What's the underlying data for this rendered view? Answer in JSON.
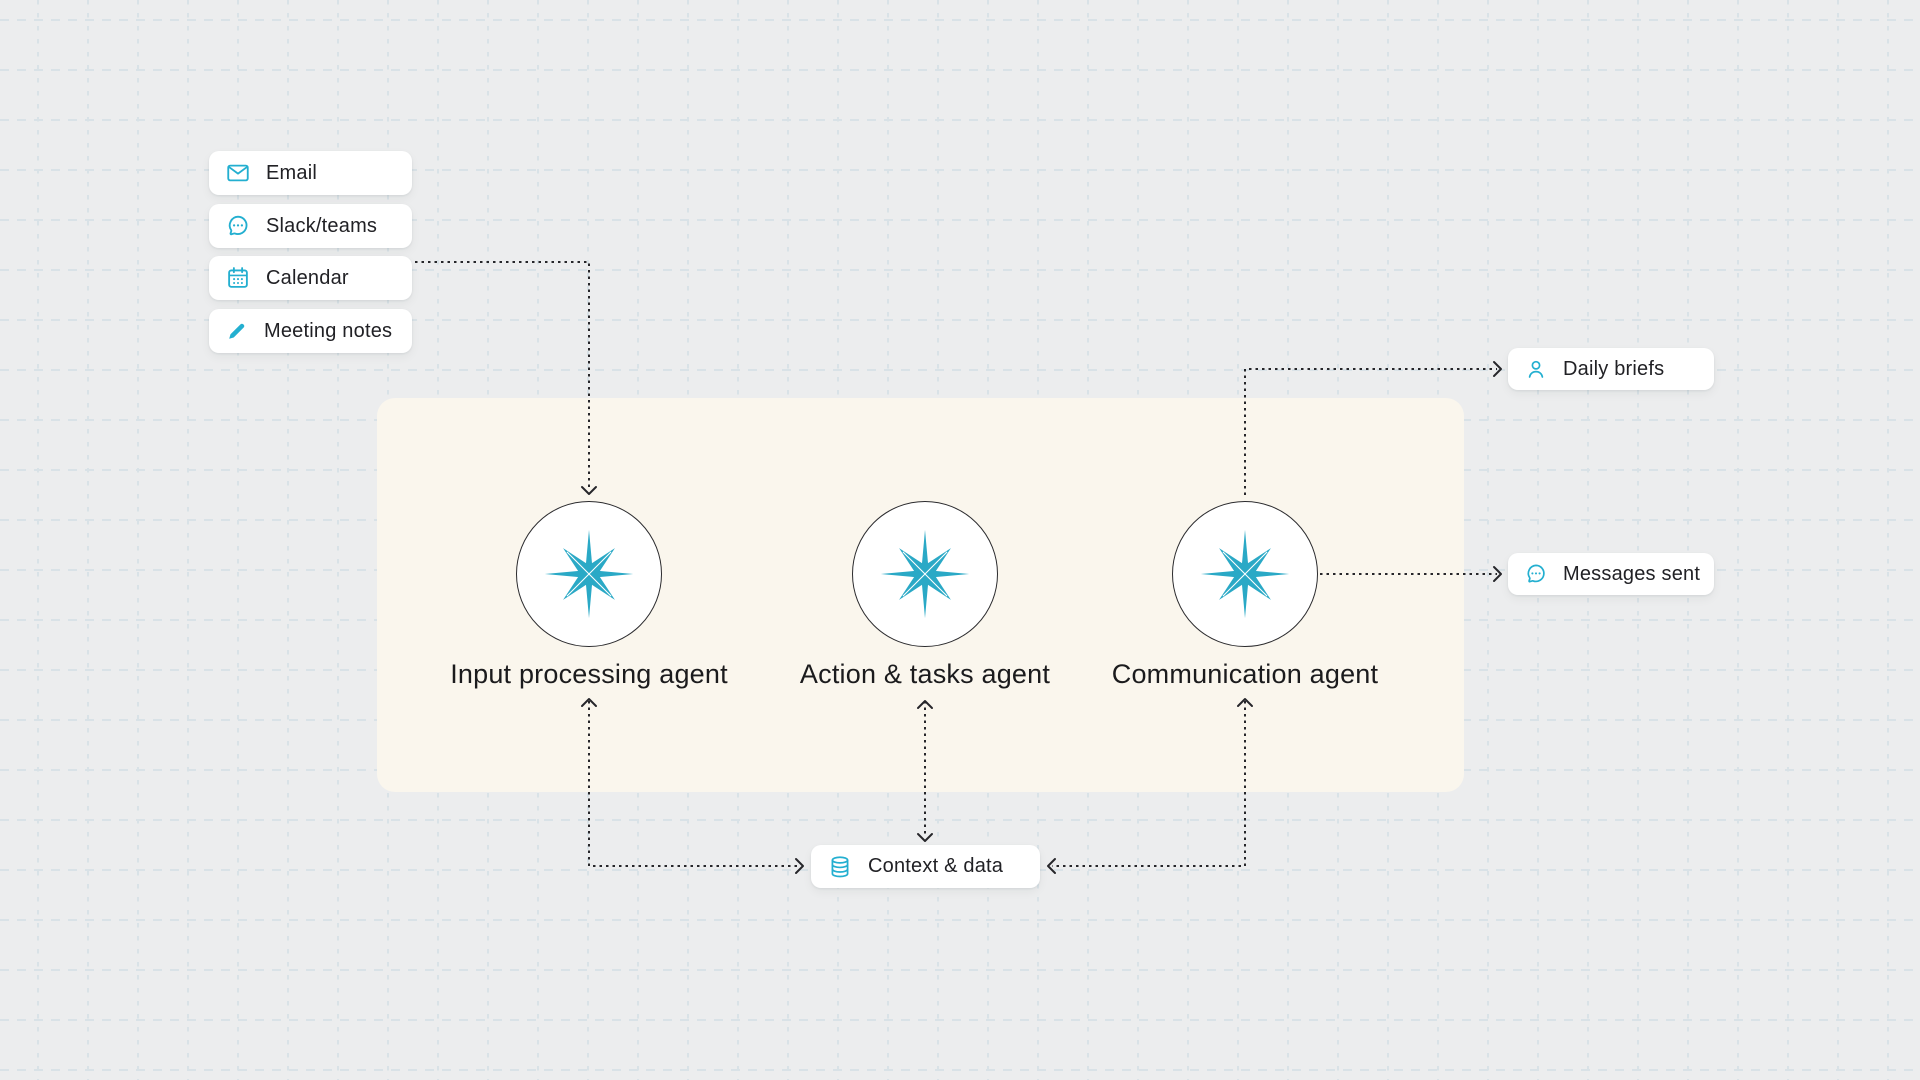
{
  "colors": {
    "background": "#ecedee",
    "grid_line": "#d9e2e7",
    "panel": "#faf6ed",
    "chip_background": "#ffffff",
    "accent_teal": "#23afd0",
    "star_teal": "#2aa9c6",
    "text": "#1d1d1f",
    "arrow": "#26262a"
  },
  "inputs": [
    {
      "label": "Email",
      "icon": "mail-icon"
    },
    {
      "label": "Slack/teams",
      "icon": "chat-icon"
    },
    {
      "label": "Calendar",
      "icon": "calendar-icon"
    },
    {
      "label": "Meeting notes",
      "icon": "pencil-icon"
    }
  ],
  "agents": [
    {
      "label": "Input processing agent",
      "icon": "compass-star-icon"
    },
    {
      "label": "Action & tasks agent",
      "icon": "compass-star-icon"
    },
    {
      "label": "Communication agent",
      "icon": "compass-star-icon"
    }
  ],
  "outputs": [
    {
      "label": "Daily briefs",
      "icon": "user-icon"
    },
    {
      "label": "Messages sent",
      "icon": "chat-icon"
    }
  ],
  "context": {
    "label": "Context & data",
    "icon": "database-icon"
  }
}
